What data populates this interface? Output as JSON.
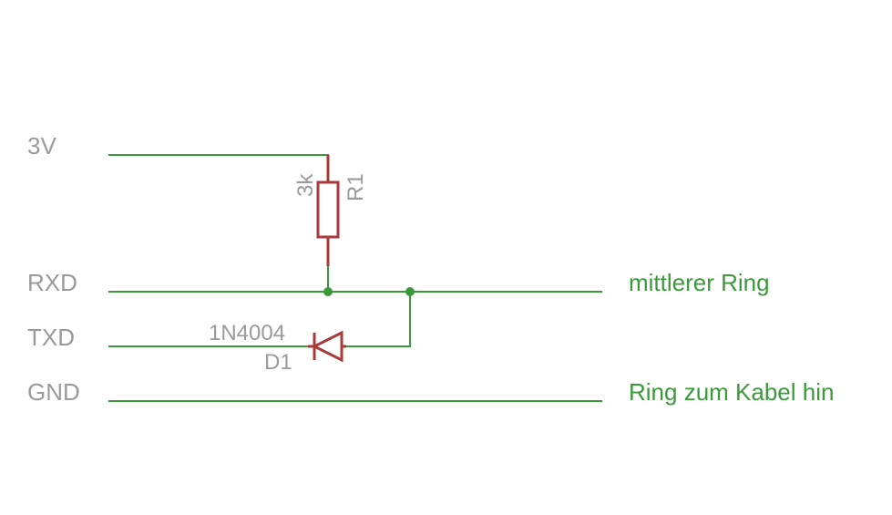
{
  "nets": {
    "v3": "3V",
    "rxd": "RXD",
    "txd": "TXD",
    "gnd": "GND"
  },
  "resistor": {
    "value": "3k",
    "ref": "R1"
  },
  "diode": {
    "value": "1N4004",
    "ref": "D1"
  },
  "connections": {
    "rxd_target": "mittlerer Ring",
    "gnd_target": "Ring zum Kabel hin"
  },
  "colors": {
    "wire": "#3a9a3a",
    "part": "#a83a3a",
    "label": "#9a9a9a"
  }
}
